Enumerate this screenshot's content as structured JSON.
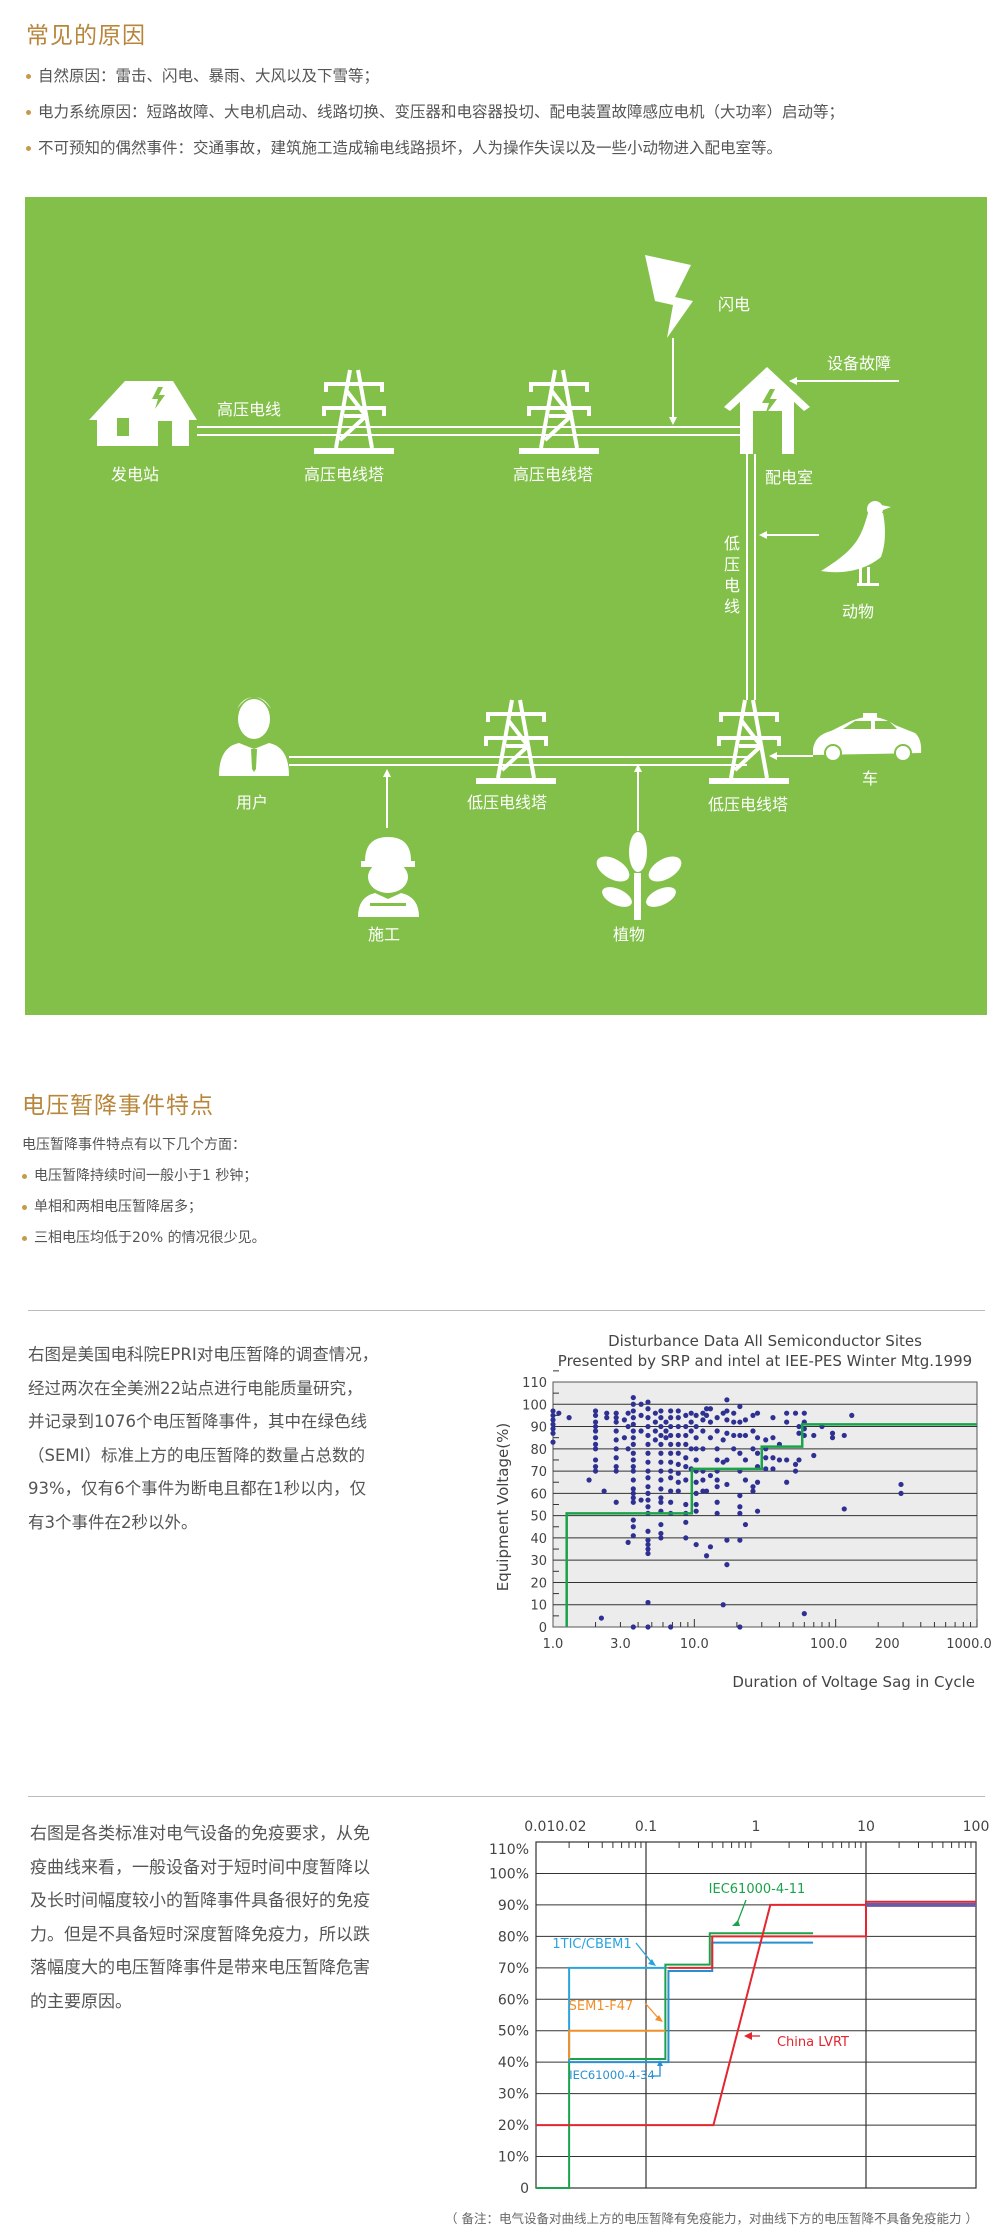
{
  "section1": {
    "title": "常见的原因",
    "bullets": [
      "自然原因：雷击、闪电、暴雨、大风以及下雪等；",
      "电力系统原因：短路故障、大电机启动、线路切换、变压器和电容器投切、配电装置故障感应电机（大功率）启动等；",
      "不可预知的偶然事件：交通事故，建筑施工造成输电线路损坏，人为操作失误以及一些小动物进入配电室等。"
    ]
  },
  "diagram": {
    "background": "#82c04a",
    "labels": {
      "power_station": "发电站",
      "hv_line": "高压电线",
      "hv_tower_1": "高压电线塔",
      "hv_tower_2": "高压电线塔",
      "lightning": "闪电",
      "equipment_fault": "设备故障",
      "distribution_room": "配电室",
      "lv_line": [
        "低",
        "压",
        "电",
        "线"
      ],
      "animal": "动物",
      "user": "用户",
      "lv_tower_1": "低压电线塔",
      "lv_tower_2": "低压电线塔",
      "car": "车",
      "construction": "施工",
      "plant": "植物"
    }
  },
  "section2": {
    "title": "电压暂降事件特点",
    "intro": "电压暂降事件特点有以下几个方面：",
    "bullets": [
      "电压暂降持续时间一般小于1 秒钟；",
      "单相和两相电压暂降居多；",
      "三相电压均低于20% 的情况很少见。"
    ]
  },
  "block1": {
    "lines": [
      "右图是美国电科院EPRI对电压暂降的调查情况，",
      "经过两次在全美洲22站点进行电能质量研究，",
      "并记录到1076个电压暂降事件，其中在绿色线",
      "（SEMI）标准上方的电压暂降的数量占总数的",
      "93%，仅有6个事件为断电且都在1秒以内，仅",
      "有3个事件在2秒以外。"
    ]
  },
  "block2": {
    "lines": [
      "右图是各类标准对电气设备的免疫要求，从免",
      "疫曲线来看，一般设备对于短时间中度暂降以",
      "及长时间幅度较小的暂降事件具备很好的免疫",
      "力。但是不具备短时深度暂降免疫力，所以跌",
      "落幅度大的电压暂降事件是带来电压暂降危害",
      "的主要原因。"
    ],
    "footnote": "（ 备注：电气设备对曲线上方的电压暂降有免疫能力，对曲线下方的电压暂降不具备免疫能力 ）"
  },
  "chart_data": [
    {
      "type": "scatter",
      "title": "Disturbance Data All Semiconductor Sites",
      "subtitle": "Presented by SRP and intel at IEE-PES Winter Mtg.1999",
      "xlabel": "Duration of Voltage Sag in Cycle",
      "ylabel": "Equipment Voltage(%)",
      "xscale": "log",
      "xlim": [
        1,
        1000
      ],
      "ylim": [
        0,
        110
      ],
      "xticks": [
        {
          "v": 1,
          "label": "1.0"
        },
        {
          "v": 3,
          "label": "3.0"
        },
        {
          "v": 10,
          "label": "10.0"
        },
        {
          "v": 100,
          "label": "100.0"
        },
        {
          "v": 200,
          "label": "200"
        },
        {
          "v": 1000,
          "label": "1000.0"
        }
      ],
      "yticks": [
        "0",
        "10",
        "20",
        "30",
        "40",
        "50",
        "60",
        "70",
        "80",
        "90",
        "100",
        "110"
      ],
      "grid": true,
      "point_color": "#2e3192",
      "semi_curve": {
        "name": "SEMI",
        "color": "#1aa34a",
        "points": [
          [
            1.25,
            0
          ],
          [
            1.25,
            51
          ],
          [
            9.6,
            51
          ],
          [
            9.6,
            71
          ],
          [
            30,
            71
          ],
          [
            30,
            81
          ],
          [
            58,
            81
          ],
          [
            58,
            91
          ],
          [
            1000,
            91
          ]
        ]
      },
      "columns": [
        {
          "x": 1.0,
          "y": [
            83,
            87,
            89,
            91,
            93,
            95,
            97
          ]
        },
        {
          "x": 1.1,
          "y": [
            96
          ]
        },
        {
          "x": 1.3,
          "y": [
            94
          ]
        },
        {
          "x": 1.8,
          "y": [
            66
          ]
        },
        {
          "x": 2.0,
          "y": [
            70,
            72,
            75,
            80,
            82,
            85,
            88,
            90,
            92,
            95,
            97
          ]
        },
        {
          "x": 2.2,
          "y": [
            4
          ]
        },
        {
          "x": 2.3,
          "y": [
            61
          ]
        },
        {
          "x": 2.4,
          "y": [
            94,
            96
          ]
        },
        {
          "x": 2.8,
          "y": [
            56,
            70,
            72,
            76,
            80,
            84,
            88,
            92,
            94,
            96
          ]
        },
        {
          "x": 3.2,
          "y": [
            85,
            93
          ]
        },
        {
          "x": 3.4,
          "y": [
            38,
            80,
            90,
            96
          ]
        },
        {
          "x": 3.7,
          "y": [
            0,
            41,
            45,
            48,
            56,
            58,
            60,
            62,
            66,
            70,
            72,
            75,
            78,
            82,
            85,
            88,
            91,
            94,
            97,
            100,
            103
          ]
        },
        {
          "x": 4.2,
          "y": [
            57,
            88,
            95,
            100
          ]
        },
        {
          "x": 4.7,
          "y": [
            0,
            11,
            33,
            35,
            37,
            39,
            43,
            51,
            54,
            57,
            60,
            63,
            67,
            70,
            74,
            78,
            82,
            86,
            90,
            94,
            98,
            101
          ]
        },
        {
          "x": 5.3,
          "y": [
            84,
            88,
            92,
            96
          ]
        },
        {
          "x": 5.8,
          "y": [
            40,
            42,
            46,
            52,
            56,
            58,
            62,
            66,
            70,
            74,
            78,
            82,
            86,
            90,
            94,
            97
          ]
        },
        {
          "x": 6.3,
          "y": [
            85,
            88,
            92
          ]
        },
        {
          "x": 6.8,
          "y": [
            0,
            51,
            56,
            61,
            67,
            70,
            74,
            78,
            82,
            86,
            90,
            94,
            97
          ]
        },
        {
          "x": 7.7,
          "y": [
            61,
            65,
            69,
            73,
            78,
            82,
            86,
            90,
            94,
            97
          ]
        },
        {
          "x": 8.7,
          "y": [
            40,
            47,
            51,
            55,
            66,
            72,
            76,
            82,
            86,
            90,
            95
          ]
        },
        {
          "x": 9.5,
          "y": [
            71,
            80,
            88,
            92,
            96
          ]
        },
        {
          "x": 10.3,
          "y": [
            37,
            52,
            55,
            60,
            65,
            70,
            75,
            80,
            85,
            90,
            95
          ]
        },
        {
          "x": 11.5,
          "y": [
            61,
            66,
            70,
            80,
            88,
            93,
            96
          ]
        },
        {
          "x": 12.2,
          "y": [
            32,
            61,
            95,
            98
          ]
        },
        {
          "x": 13,
          "y": [
            36,
            68,
            85,
            92,
            98
          ]
        },
        {
          "x": 14.5,
          "y": [
            51,
            56,
            63,
            66,
            70,
            75,
            80,
            88,
            94
          ]
        },
        {
          "x": 16,
          "y": [
            10,
            74,
            84,
            96
          ]
        },
        {
          "x": 17,
          "y": [
            28,
            39,
            64,
            75,
            87,
            93,
            97,
            102
          ]
        },
        {
          "x": 19,
          "y": [
            80,
            86,
            92,
            96
          ]
        },
        {
          "x": 21,
          "y": [
            0,
            39,
            51,
            54,
            59,
            70,
            78,
            86,
            92,
            99
          ]
        },
        {
          "x": 23,
          "y": [
            46,
            66,
            75,
            86,
            93
          ]
        },
        {
          "x": 26,
          "y": [
            61,
            63,
            80,
            88,
            95
          ]
        },
        {
          "x": 28,
          "y": [
            52,
            65,
            72,
            78,
            85,
            96
          ]
        },
        {
          "x": 32,
          "y": [
            71,
            76,
            80,
            84
          ]
        },
        {
          "x": 36,
          "y": [
            71,
            76,
            85,
            94
          ]
        },
        {
          "x": 40,
          "y": [
            75,
            82
          ]
        },
        {
          "x": 45,
          "y": [
            65,
            75,
            92,
            96
          ]
        },
        {
          "x": 52,
          "y": [
            70,
            73,
            96
          ]
        },
        {
          "x": 55,
          "y": [
            75,
            87,
            90
          ]
        },
        {
          "x": 60,
          "y": [
            6,
            86,
            89,
            92,
            96
          ]
        },
        {
          "x": 70,
          "y": [
            77,
            86
          ]
        },
        {
          "x": 80,
          "y": [
            90
          ]
        },
        {
          "x": 95,
          "y": [
            85,
            87
          ]
        },
        {
          "x": 115,
          "y": [
            53,
            86
          ]
        },
        {
          "x": 130,
          "y": [
            95
          ]
        },
        {
          "x": 290,
          "y": [
            60,
            64
          ]
        }
      ]
    },
    {
      "type": "line",
      "xscale": "log",
      "xlim": [
        0.01,
        100
      ],
      "ylim": [
        0,
        110
      ],
      "xticks": [
        {
          "v": 0.015,
          "label": "0.010.02"
        },
        {
          "v": 0.1,
          "label": "0.1"
        },
        {
          "v": 1,
          "label": "1"
        },
        {
          "v": 10,
          "label": "10"
        },
        {
          "v": 100,
          "label": "100"
        }
      ],
      "yticks": [
        "0",
        "10%",
        "20%",
        "30%",
        "40%",
        "50%",
        "60%",
        "70%",
        "80%",
        "90%",
        "100%",
        "110%"
      ],
      "grid": true,
      "series": [
        {
          "name": "IEC61000-4-11",
          "color": "#1aa34a",
          "points": [
            [
              0.01,
              0
            ],
            [
              0.02,
              0
            ],
            [
              0.02,
              41
            ],
            [
              0.15,
              41
            ],
            [
              0.15,
              71
            ],
            [
              0.38,
              71
            ],
            [
              0.38,
              81
            ],
            [
              3.3,
              81
            ]
          ]
        },
        {
          "name": "1TIC/CBEM1",
          "color": "#2aa3dc",
          "points": [
            [
              0.02,
              40
            ],
            [
              0.02,
              70
            ],
            [
              0.15,
              70
            ]
          ]
        },
        {
          "name": "IEC61000-4-34",
          "color": "#2a8fd0",
          "points": [
            [
              0.02,
              40
            ],
            [
              0.16,
              40
            ],
            [
              0.16,
              69
            ],
            [
              0.4,
              69
            ],
            [
              0.4,
              78
            ],
            [
              3.3,
              78
            ]
          ]
        },
        {
          "name": "SEM1-F47",
          "color": "#f0902a",
          "points": [
            [
              0.02,
              41
            ],
            [
              0.02,
              50
            ],
            [
              0.15,
              50
            ]
          ]
        },
        {
          "name": "China LVRT",
          "color": "#e3262f",
          "points": [
            [
              0.01,
              20
            ],
            [
              0.41,
              20
            ],
            [
              1.35,
              90
            ],
            [
              10,
              90
            ]
          ]
        },
        {
          "name": "",
          "color": "#e3262f",
          "points": [
            [
              0.16,
              70
            ],
            [
              0.4,
              70
            ],
            [
              0.4,
              80
            ],
            [
              10,
              80
            ],
            [
              10,
              91
            ],
            [
              100,
              91
            ]
          ]
        },
        {
          "name": "",
          "color": "#6a5aa8",
          "points": [
            [
              10,
              90
            ],
            [
              100,
              90
            ]
          ]
        }
      ]
    }
  ]
}
